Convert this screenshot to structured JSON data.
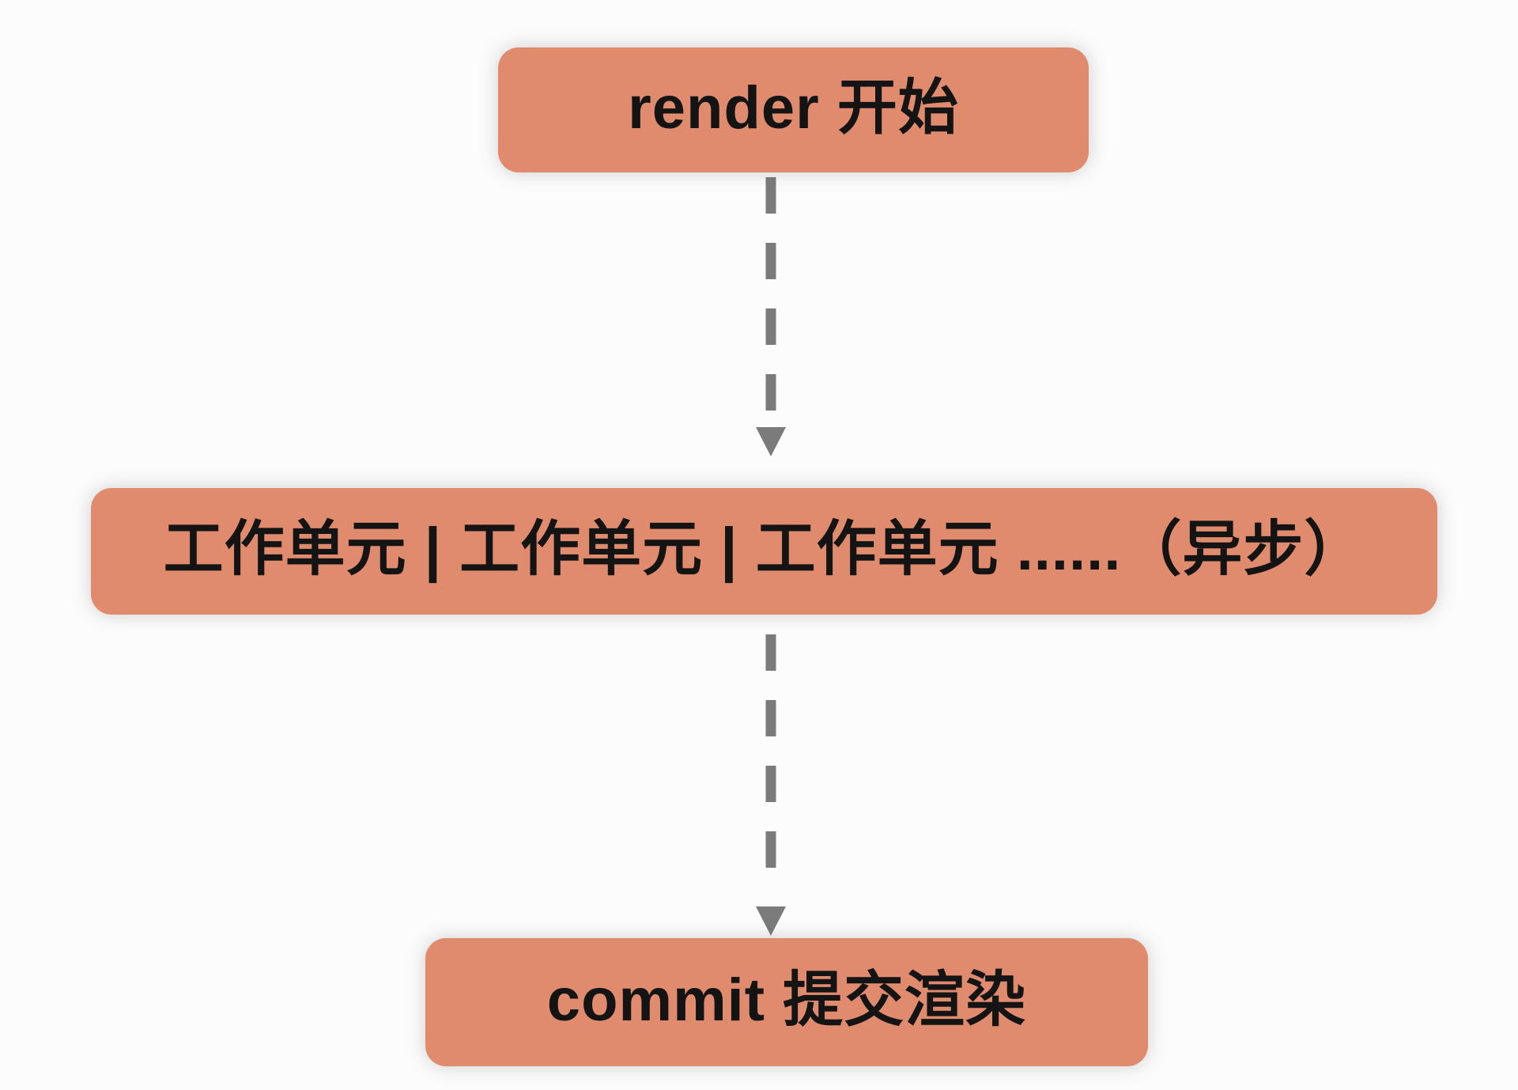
{
  "diagram": {
    "type": "flowchart",
    "background_color": "#fcfcfc",
    "node_fill_color": "#e18b6e",
    "node_text_color": "#141414",
    "arrow_color": "#7b7b7b",
    "nodes": [
      {
        "id": "render-start",
        "label": "render 开始"
      },
      {
        "id": "work-units",
        "label": "工作单元 | 工作单元 | 工作单元 ......（异步）"
      },
      {
        "id": "commit-render",
        "label": "commit 提交渲染"
      }
    ],
    "edges": [
      {
        "from": "render-start",
        "to": "work-units",
        "style": "dashed-arrow-down"
      },
      {
        "from": "work-units",
        "to": "commit-render",
        "style": "dashed-arrow-down"
      }
    ]
  }
}
